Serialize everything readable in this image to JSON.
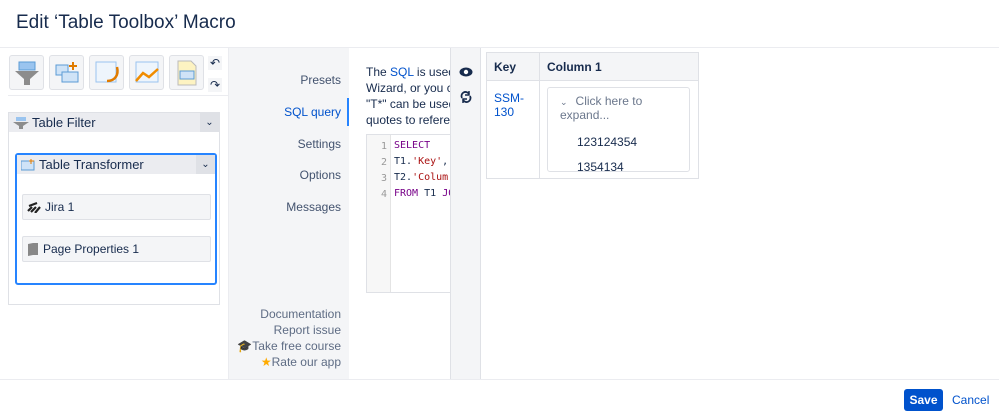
{
  "dialog": {
    "title": "Edit ‘Table Toolbox’ Macro"
  },
  "toolbar": {
    "buttons": [
      "table-filter-icon",
      "table-transformer-icon",
      "table-spreadsheet-icon",
      "chart-icon",
      "page-properties-icon"
    ],
    "undo": "↶",
    "redo": "↷"
  },
  "tree": {
    "filter_label": "Table Filter",
    "transformer_label": "Table Transformer",
    "sources": [
      "Jira 1",
      "Page Properties 1"
    ]
  },
  "nav": {
    "items": [
      "Presets",
      "SQL query",
      "Settings",
      "Options",
      "Messages"
    ],
    "active": "SQL query",
    "links": {
      "documentation": "Documentation",
      "report": "Report issue",
      "course": "Take free course",
      "rate": "Rate our app"
    }
  },
  "sql": {
    "desc_lines": [
      [
        "The ",
        "SQL",
        " is used t"
      ],
      "Wizard, or you ca",
      "\"T*\" can be used",
      "quotes to referen"
    ],
    "lines": [
      {
        "n": "1",
        "kw": "SELECT",
        "rest": ""
      },
      {
        "n": "2",
        "pre": "T1.",
        "str": "'Key'",
        "post": ","
      },
      {
        "n": "3",
        "pre": "T2.",
        "str": "'Colum",
        "post": ""
      },
      {
        "n": "4",
        "kw": "FROM",
        "rest": " T1 ",
        "kw2": "JO"
      }
    ]
  },
  "preview": {
    "headers": [
      "Key",
      "Column 1"
    ],
    "rows": [
      {
        "key": "SSM-130",
        "expand_label": "Click here to expand...",
        "values": [
          "123124354",
          "1354134"
        ]
      }
    ]
  },
  "footer": {
    "save": "Save",
    "cancel": "Cancel"
  },
  "colors": {
    "accent": "#0052cc",
    "active_border": "#2684ff",
    "star": "#ffab00"
  }
}
